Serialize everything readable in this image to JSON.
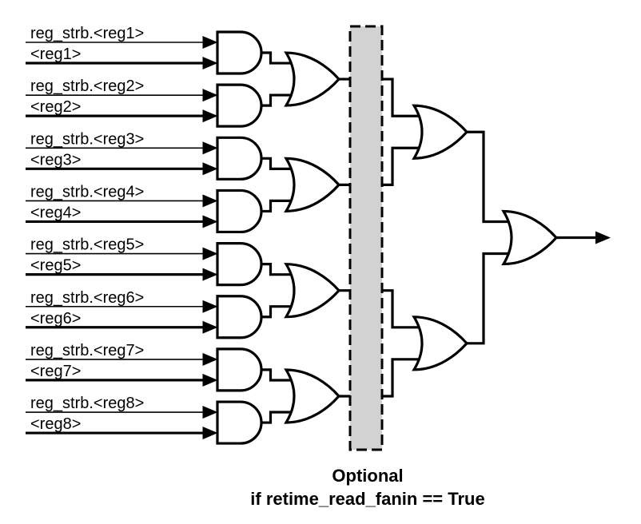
{
  "diagram": {
    "rows": [
      {
        "strobe_label": "reg_strb.<reg1>",
        "reg_label": "<reg1>"
      },
      {
        "strobe_label": "reg_strb.<reg2>",
        "reg_label": "<reg2>"
      },
      {
        "strobe_label": "reg_strb.<reg3>",
        "reg_label": "<reg3>"
      },
      {
        "strobe_label": "reg_strb.<reg4>",
        "reg_label": "<reg4>"
      },
      {
        "strobe_label": "reg_strb.<reg5>",
        "reg_label": "<reg5>"
      },
      {
        "strobe_label": "reg_strb.<reg6>",
        "reg_label": "<reg6>"
      },
      {
        "strobe_label": "reg_strb.<reg7>",
        "reg_label": "<reg7>"
      },
      {
        "strobe_label": "reg_strb.<reg8>",
        "reg_label": "<reg8>"
      }
    ],
    "gate_levels": [
      {
        "type": "AND",
        "count": 8
      },
      {
        "type": "OR",
        "count": 4
      },
      {
        "type": "OR",
        "count": 2
      },
      {
        "type": "OR",
        "count": 1
      }
    ],
    "caption": {
      "line1": "Optional",
      "line2": "if retime_read_fanin == True"
    },
    "colors": {
      "wire": "#000000",
      "gate_fill": "#ffffff",
      "gate_stroke": "#000000",
      "optional_box_fill": "#d2d2d2",
      "optional_box_border": "#000000",
      "background": "#ffffff",
      "text": "#000000"
    }
  }
}
